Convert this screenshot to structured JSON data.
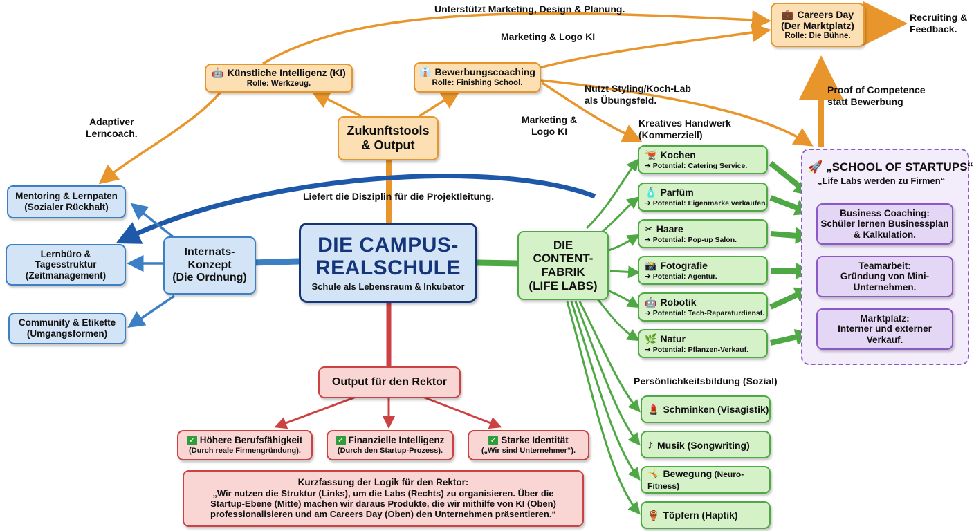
{
  "center": {
    "title": "DIE CAMPUS-\nREALSCHULE",
    "subtitle": "Schule als Lebensraum & Inkubator"
  },
  "tools": {
    "hub": "Zukunftstools\n& Output",
    "ki": {
      "title": "Künstliche Intelligenz (KI)",
      "role": "Rolle: Werkzeug."
    },
    "coaching": {
      "title": "Bewerbungscoaching",
      "role": "Rolle: Finishing School."
    },
    "careers": {
      "title": "Careers Day\n(Der Marktplatz)",
      "role": "Rolle: Die Bühne."
    },
    "recruiting": "Recruiting &\nFeedback.",
    "lbl_marketing_design": "Unterstützt Marketing, Design & Planung.",
    "lbl_marketing_logo_top": "Marketing & Logo KI",
    "lbl_adaptiver": "Adaptiver\nLerncoach.",
    "lbl_styling": "Nutzt Styling/Koch-Lab\nals Übungsfeld.",
    "lbl_marketing_logo_mid": "Marketing &\nLogo KI",
    "lbl_proof": "Proof of Competence\nstatt Bewerbung"
  },
  "internat": {
    "hub": "Internats-\nKonzept\n(Die Ordnung)",
    "items": [
      "Mentoring & Lernpaten\n(Sozialer Rückhalt)",
      "Lernbüro &\nTagesstruktur\n(Zeitmanagement)",
      "Community & Etikette\n(Umgangsformen)"
    ],
    "lbl_discipline": "Liefert die Disziplin für die Projektleitung."
  },
  "labs": {
    "hub": "DIE\nCONTENT-\nFABRIK\n(LIFE LABS)",
    "heading_creative": "Kreatives Handwerk\n(Kommerziell)",
    "creative": [
      {
        "icon": "🫕",
        "title": "Kochen",
        "potential": "➔ Potential: Catering Service."
      },
      {
        "icon": "🧴",
        "title": "Parfüm",
        "potential": "➔ Potential: Eigenmarke verkaufen."
      },
      {
        "icon": "✂",
        "title": "Haare",
        "potential": "➔ Potential: Pop-up Salon."
      },
      {
        "icon": "📸",
        "title": "Fotografie",
        "potential": "➔ Potential: Agentur."
      },
      {
        "icon": "🤖",
        "title": "Robotik",
        "potential": "➔ Potential: Tech-Reparaturdienst."
      },
      {
        "icon": "🌿",
        "title": "Natur",
        "potential": "➔ Potential: Pflanzen-Verkauf."
      }
    ],
    "heading_social": "Persönlichkeitsbildung (Sozial)",
    "social": [
      {
        "icon": "💄",
        "title": "Schminken (Visagistik)"
      },
      {
        "icon": "♪",
        "title": "Musik (Songwriting)"
      },
      {
        "icon": "🤸",
        "title": "Bewegung",
        "suffix": " (Neuro-Fitness)"
      },
      {
        "icon": "🏺",
        "title": "Töpfern (Haptik)"
      }
    ]
  },
  "startups": {
    "icon": "🚀",
    "title": "„SCHOOL OF STARTUPS“",
    "subtitle": "„Life Labs werden zu Firmen“",
    "items": [
      "Business Coaching:\nSchüler lernen Businessplan\n& Kalkulation.",
      "Teamarbeit:\nGründung von Mini-\nUnternehmen.",
      "Marktplatz:\nInterner und externer\nVerkauf."
    ]
  },
  "rektor": {
    "hub": "Output für den Rektor",
    "outcomes": [
      {
        "title": "Höhere Berufsfähigkeit",
        "sub": "(Durch reale Firmengründung)."
      },
      {
        "title": "Finanzielle Intelligenz",
        "sub": "(Durch den Startup-Prozess)."
      },
      {
        "title": "Starke Identität",
        "sub": "(„Wir sind Unternehmer“)."
      }
    ],
    "summary_title": "Kurzfassung der Logik für den Rektor:",
    "summary_text": "„Wir nutzen die Struktur (Links), um die Labs (Rechts) zu organisieren. Über die\nStartup-Ebene (Mitte) machen wir daraus Produkte, die wir mithilfe von KI (Oben)\nprofessionalisieren und am Careers Day (Oben) den Unternehmen präsentieren.“"
  },
  "colors": {
    "orange": "#e8962c",
    "blue": "#3c7fc4",
    "green": "#4ea843",
    "red": "#cc4141",
    "purple": "#8a59c6",
    "navy": "#14357a"
  }
}
